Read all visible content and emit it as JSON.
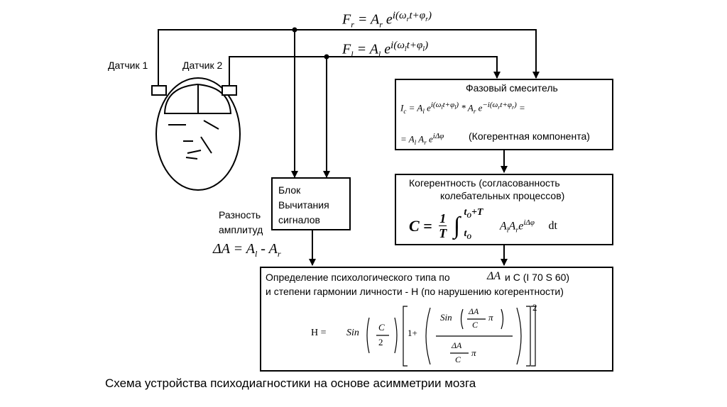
{
  "sensors": {
    "sensor1": "Датчик 1",
    "sensor2": "Датчик 2"
  },
  "signals": {
    "fr": "Fr = Ar e^(i(ωr t + φr))",
    "fl": "Fl = Al e^(i(ωl t + φl))"
  },
  "mixer": {
    "title": "Фазовый смеситель",
    "formula_line1": "Ic = Al e^(i(ωl t+φl)) * Ar e^(−i(ωr t+φr)) =",
    "formula_line2": "= Al Ar e^(iΔφ)",
    "coherent_note": "(Когерентная компонента)"
  },
  "subtract_block": {
    "line1": "Блок",
    "line2": "Вычитания",
    "line3": "сигналов"
  },
  "amplitude": {
    "label_line1": "Разность",
    "label_line2": "амплитуд",
    "formula": "ΔA = Al - Ar"
  },
  "coherence": {
    "title_line1": "Когерентность (согласованность",
    "title_line2": "колебательных процессов)",
    "formula": "C = 1/T ∫ from t0 to t0+T  Al Ar e^(iΔφ) dt"
  },
  "result": {
    "line1_a": "Определение психологического типа  по",
    "line1_b": "и С   (I 70 S 60)",
    "line2": "и степени гармонии личности  - Н (по нарушению когерентности)",
    "formula": "H = Sin(C/2)[1 + (Sin(ΔA/C π) / (ΔA/C π))]^2"
  },
  "caption": "Схема устройства психодиагностики на основе асимметрии мозга"
}
